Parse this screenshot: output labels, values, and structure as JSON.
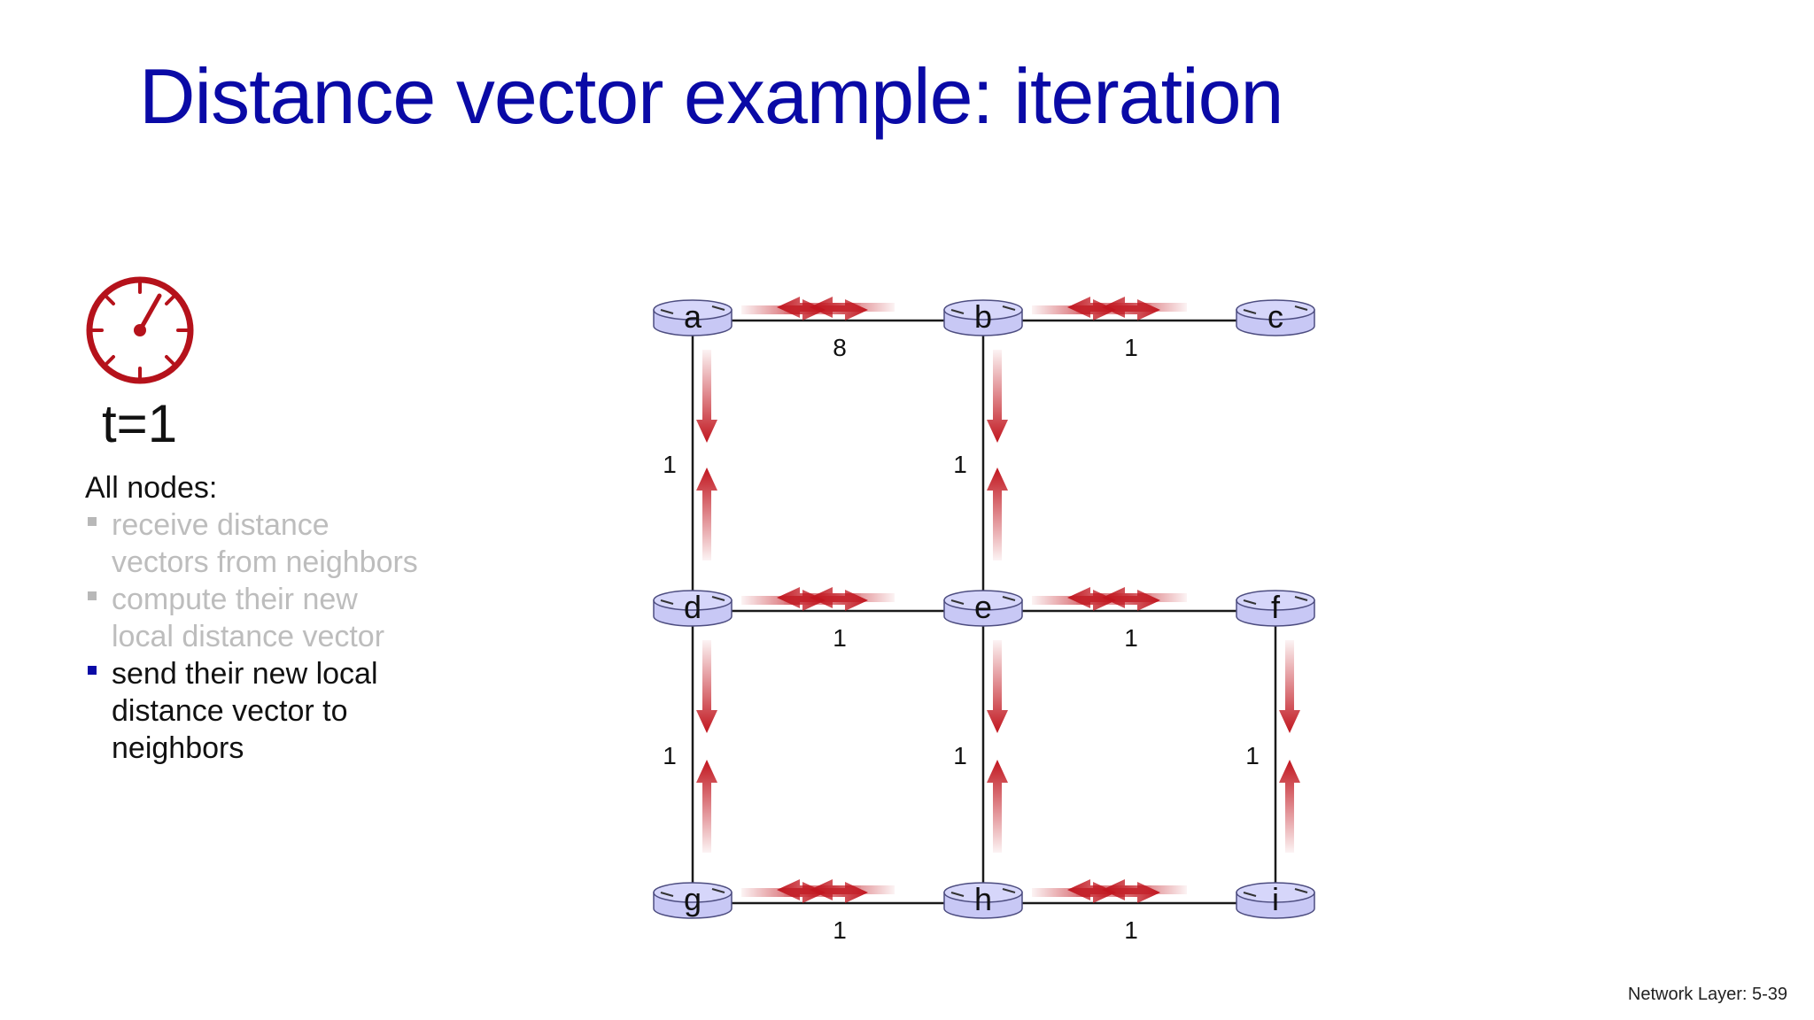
{
  "slide": {
    "title": "Distance vector example: iteration",
    "time_label": "t=1",
    "heading": "All nodes:",
    "bullets": [
      {
        "text": "receive distance vectors from neighbors",
        "active": false
      },
      {
        "text": "compute their new local  distance vector",
        "active": false
      },
      {
        "text": "send their new local distance vector to neighbors",
        "active": true
      }
    ],
    "footer": "Network Layer: 5-39"
  },
  "icons": {
    "clock": "stopwatch-icon",
    "node": "router-icon"
  },
  "colors": {
    "title": "#0a0aa6",
    "clock": "#b5121b",
    "arrow": "#c1161f",
    "router_fill": "#c8c8f5",
    "router_stroke": "#4d4d80",
    "active_bullet": "#0a0aa6",
    "inactive_text": "#bdbdbd"
  },
  "graph": {
    "nodes": [
      "a",
      "b",
      "c",
      "d",
      "e",
      "f",
      "g",
      "h",
      "i"
    ],
    "links": [
      {
        "from": "a",
        "to": "b",
        "cost": "8"
      },
      {
        "from": "b",
        "to": "c",
        "cost": "1"
      },
      {
        "from": "a",
        "to": "d",
        "cost": "1"
      },
      {
        "from": "b",
        "to": "e",
        "cost": "1"
      },
      {
        "from": "d",
        "to": "e",
        "cost": "1"
      },
      {
        "from": "e",
        "to": "f",
        "cost": "1"
      },
      {
        "from": "d",
        "to": "g",
        "cost": "1"
      },
      {
        "from": "e",
        "to": "h",
        "cost": "1"
      },
      {
        "from": "f",
        "to": "i",
        "cost": "1"
      },
      {
        "from": "g",
        "to": "h",
        "cost": "1"
      },
      {
        "from": "h",
        "to": "i",
        "cost": "1"
      }
    ]
  }
}
